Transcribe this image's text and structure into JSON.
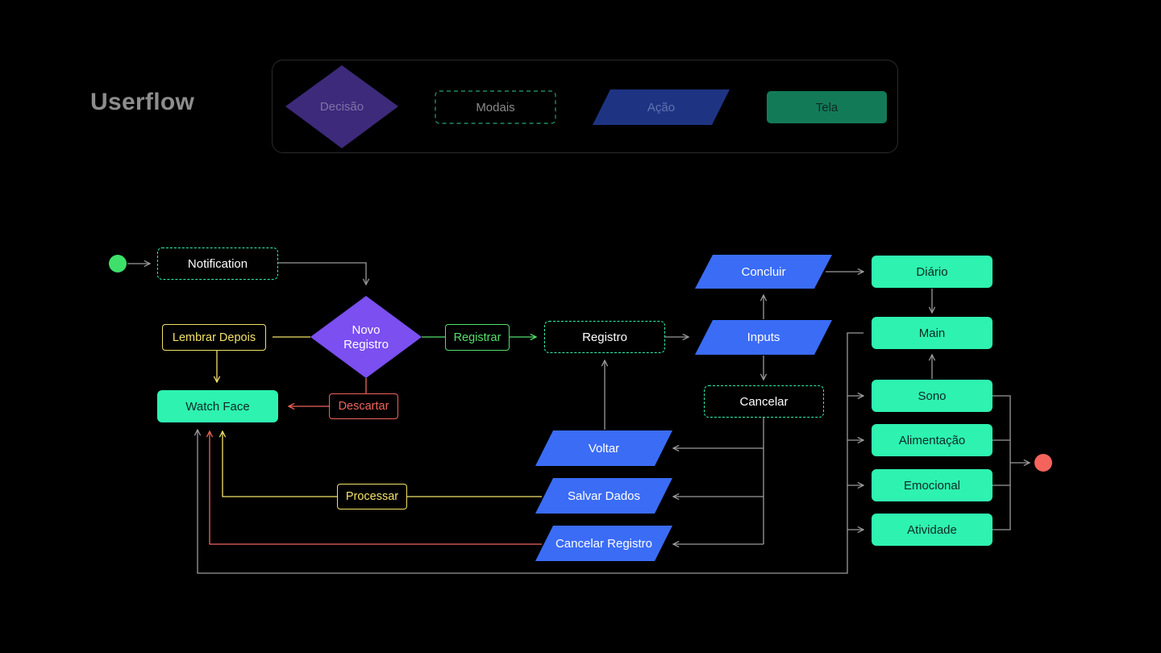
{
  "title": "Userflow",
  "legend": {
    "decision": "Decisão",
    "modal": "Modais",
    "action": "Ação",
    "screen": "Tela"
  },
  "nodes": {
    "notification": "Notification",
    "novo_registro_line1": "Novo",
    "novo_registro_line2": "Registro",
    "registro": "Registro",
    "watch_face": "Watch Face",
    "concluir": "Concluir",
    "inputs": "Inputs",
    "cancelar": "Cancelar",
    "voltar": "Voltar",
    "salvar_dados": "Salvar Dados",
    "cancelar_registro": "Cancelar Registro",
    "diario": "Diário",
    "main": "Main",
    "sono": "Sono",
    "alimentacao": "Alimentação",
    "emocional": "Emocional",
    "atividade": "Atividade"
  },
  "edges": {
    "lembrar_depois": "Lembrar Depois",
    "registrar": "Registrar",
    "descartar": "Descartar",
    "processar": "Processar"
  },
  "colors": {
    "background": "#000000",
    "screen": "#2ef2b0",
    "action": "#3b6cf6",
    "decision": "#7b4ff0",
    "line": "#9a9a9a",
    "yellow": "#f4e26a",
    "green": "#52e06a",
    "red": "#f0645c",
    "start": "#3ee06a",
    "end": "#f4645c"
  }
}
